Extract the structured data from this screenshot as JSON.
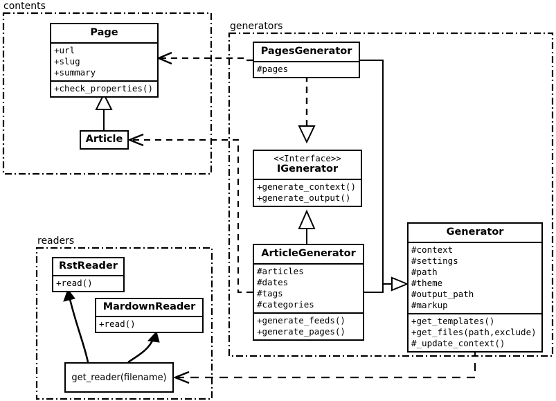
{
  "diagram": {
    "kind": "uml-class-diagram",
    "line_color": "#000000",
    "background": "#ffffff"
  },
  "packages": [
    {
      "name": "contents",
      "label": "contents"
    },
    {
      "name": "generators",
      "label": "generators"
    },
    {
      "name": "readers",
      "label": "readers"
    }
  ],
  "classes": {
    "page": {
      "title": "Page",
      "attributes": [
        "+url",
        "+slug",
        "+summary"
      ],
      "methods": [
        "+check_properties()"
      ]
    },
    "article": {
      "title": "Article",
      "attributes": [],
      "methods": []
    },
    "pages_generator": {
      "title": "PagesGenerator",
      "attributes": [
        "#pages"
      ],
      "methods": []
    },
    "igenerator": {
      "stereotype": "<<Interface>>",
      "title": "IGenerator",
      "attributes": [],
      "methods": [
        "+generate_context()",
        "+generate_output()"
      ]
    },
    "article_generator": {
      "title": "ArticleGenerator",
      "attributes": [
        "#articles",
        "#dates",
        "#tags",
        "#categories"
      ],
      "methods": [
        "+generate_feeds()",
        "+generate_pages()"
      ]
    },
    "generator": {
      "title": "Generator",
      "attributes": [
        "#context",
        "#settings",
        "#path",
        "#theme",
        "#output_path",
        "#markup"
      ],
      "methods": [
        "+get_templates()",
        "+get_files(path,exclude)",
        "#_update_context()"
      ]
    },
    "rst_reader": {
      "title": "RstReader",
      "attributes": [],
      "methods": [
        "+read()"
      ]
    },
    "mardown_reader": {
      "title": "MardownReader",
      "attributes": [],
      "methods": [
        "+read()"
      ]
    },
    "get_reader": {
      "title": "get_reader(filename)"
    }
  },
  "relations": [
    {
      "name": "article-inherits-page",
      "type": "generalization",
      "from": "article",
      "to": "page"
    },
    {
      "name": "pagesgenerator-realizes-igenerator",
      "type": "realization",
      "from": "pages_generator",
      "to": "igenerator"
    },
    {
      "name": "articlegenerator-realizes-igenerator",
      "type": "generalization",
      "from": "article_generator",
      "to": "igenerator"
    },
    {
      "name": "pagesgenerator-aggregates-generator",
      "type": "aggregation",
      "from": "generator",
      "to": "pages_generator"
    },
    {
      "name": "articlegenerator-aggregates-generator",
      "type": "aggregation",
      "from": "generator",
      "to": "article_generator"
    },
    {
      "name": "pagesgenerator-depends-page",
      "type": "dependency",
      "from": "pages_generator",
      "to": "page"
    },
    {
      "name": "articlegenerator-depends-article",
      "type": "dependency",
      "from": "article_generator",
      "to": "article"
    },
    {
      "name": "generator-depends-get_reader",
      "type": "dependency",
      "from": "generator",
      "to": "get_reader"
    },
    {
      "name": "get_reader-returns-rstreader",
      "type": "return-curve",
      "from": "get_reader",
      "to": "rst_reader"
    },
    {
      "name": "get_reader-returns-mardownreader",
      "type": "return-curve",
      "from": "get_reader",
      "to": "mardown_reader"
    }
  ]
}
